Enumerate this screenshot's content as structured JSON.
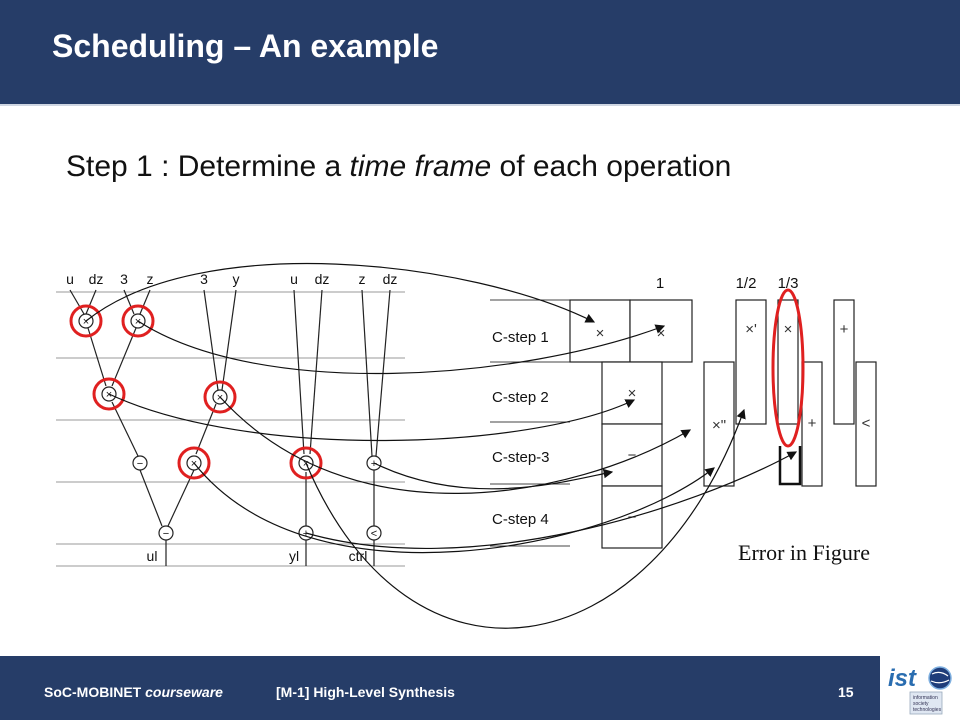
{
  "slide": {
    "title": "Scheduling – An example",
    "step_prefix": "Step 1 : Determine a ",
    "step_emphasis": "time frame",
    "step_suffix": " of each operation",
    "error_note": "Error in Figure"
  },
  "figure": {
    "input_labels": [
      "u",
      "dz",
      "3",
      "z",
      "3",
      "y",
      "u",
      "dz",
      "z",
      "dz"
    ],
    "output_labels": [
      "ul",
      "yl",
      "ctrl"
    ],
    "cstep_labels": [
      "C-step 1",
      "C-step 2",
      "C-step-3",
      "C-step 4"
    ],
    "column_labels": [
      "1",
      "1/2",
      "1/3"
    ],
    "ops": {
      "mult": "×",
      "minus": "−",
      "plus": "+",
      "less": "<",
      "mult_prime": "×'",
      "mult_dprime": "×\""
    }
  },
  "footer": {
    "course": "SoC-MOBINET",
    "course_suffix": "courseware",
    "module": "[M-1]  High-Level Synthesis",
    "page": "15"
  },
  "logo": {
    "text": "ist",
    "caption_lines": [
      "information",
      "society",
      "technologies"
    ]
  },
  "colors": {
    "header": "#263d68",
    "highlight": "#e02020"
  }
}
